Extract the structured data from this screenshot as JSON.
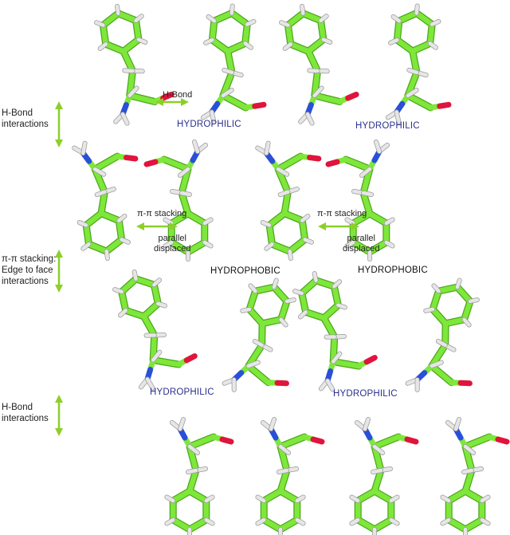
{
  "side_labels": {
    "hbond_top": [
      "H-Bond",
      "interactions"
    ],
    "stacking_mid": [
      "π-π stacking:",
      "Edge to face",
      "interactions"
    ],
    "hbond_bottom": [
      "H-Bond",
      "interactions"
    ]
  },
  "inline_labels": {
    "hbond": "H-Bond",
    "pi_stacking": "π-π stacking",
    "parallel": "parallel",
    "displaced": "displaced",
    "hydrophilic": "HYDROPHILIC",
    "hydrophobic": "HYDROPHOBIC"
  },
  "colors": {
    "carbon": "#7ee83a",
    "carbon_dark": "#4da61c",
    "hydrogen": "#e6e6e6",
    "nitrogen": "#2a4fd8",
    "oxygen": "#e0143c",
    "arrow": "#8ccf2a",
    "hydrophilic_text": "#2b2f8f"
  }
}
